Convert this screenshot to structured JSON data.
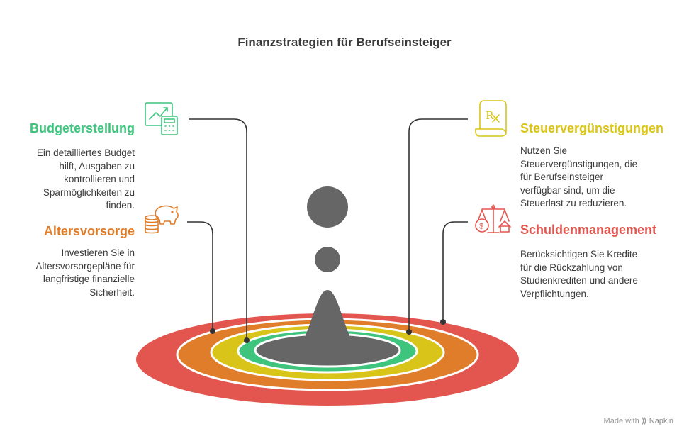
{
  "title": "Finanzstrategien für Berufseinsteiger",
  "colors": {
    "green": "#3ec47c",
    "yellow": "#d9c51a",
    "orange": "#e07d2b",
    "red": "#e35650",
    "gray": "#666666"
  },
  "items": [
    {
      "heading": "Budgeterstellung",
      "text": "Ein detailliertes Budget hilft, Ausgaben zu kontrollieren und Sparmöglichkeiten zu finden.",
      "icon": "chart-calculator-icon",
      "color": "#3ec47c"
    },
    {
      "heading": "Altersvorsorge",
      "text": "Investieren Sie in Altersvorsorgepläne für langfristige finanzielle Sicherheit.",
      "icon": "piggy-bank-coins-icon",
      "color": "#e07d2b"
    },
    {
      "heading": "Steuervergünstigungen",
      "text": "Nutzen Sie Steuervergünstigungen, die für Berufseinsteiger verfügbar sind, um die Steuerlast zu reduzieren.",
      "icon": "receipt-icon",
      "color": "#d9c51a"
    },
    {
      "heading": "Schuldenmanagement",
      "text": "Berücksichtigen Sie Kredite für die Rückzahlung von Studienkrediten und andere Verpflichtungen.",
      "icon": "scale-balance-icon",
      "color": "#e35650"
    }
  ],
  "footer": {
    "made_with": "Made with",
    "brand": "Napkin"
  }
}
